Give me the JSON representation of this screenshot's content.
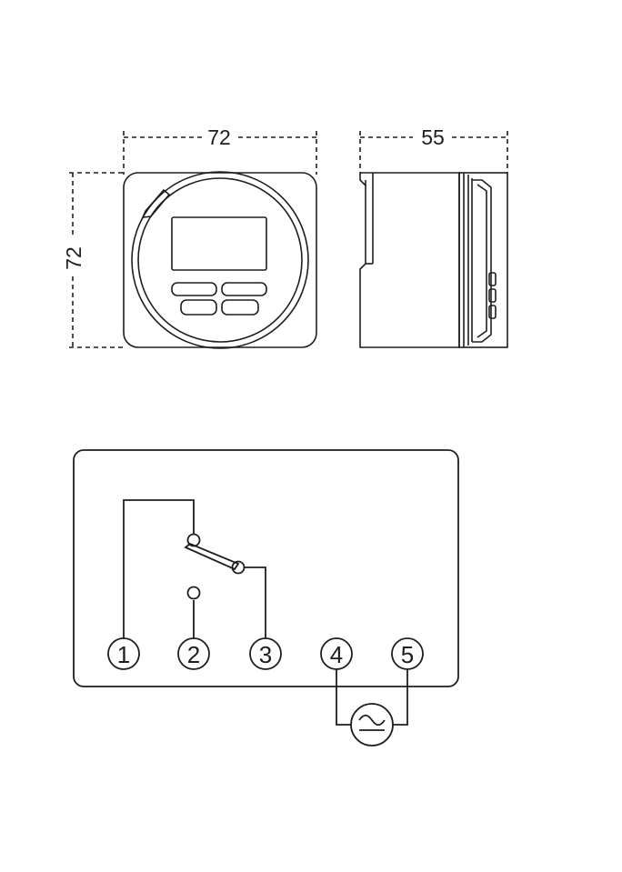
{
  "dimensions": {
    "front_width": "72",
    "front_height": "72",
    "side_depth": "55"
  },
  "terminals": [
    {
      "label": "1"
    },
    {
      "label": "2"
    },
    {
      "label": "3"
    },
    {
      "label": "4"
    },
    {
      "label": "5"
    }
  ],
  "colors": {
    "line": "#1e1e1e",
    "background": "#ffffff"
  },
  "icons": {
    "power_source": "ac-source-icon"
  }
}
